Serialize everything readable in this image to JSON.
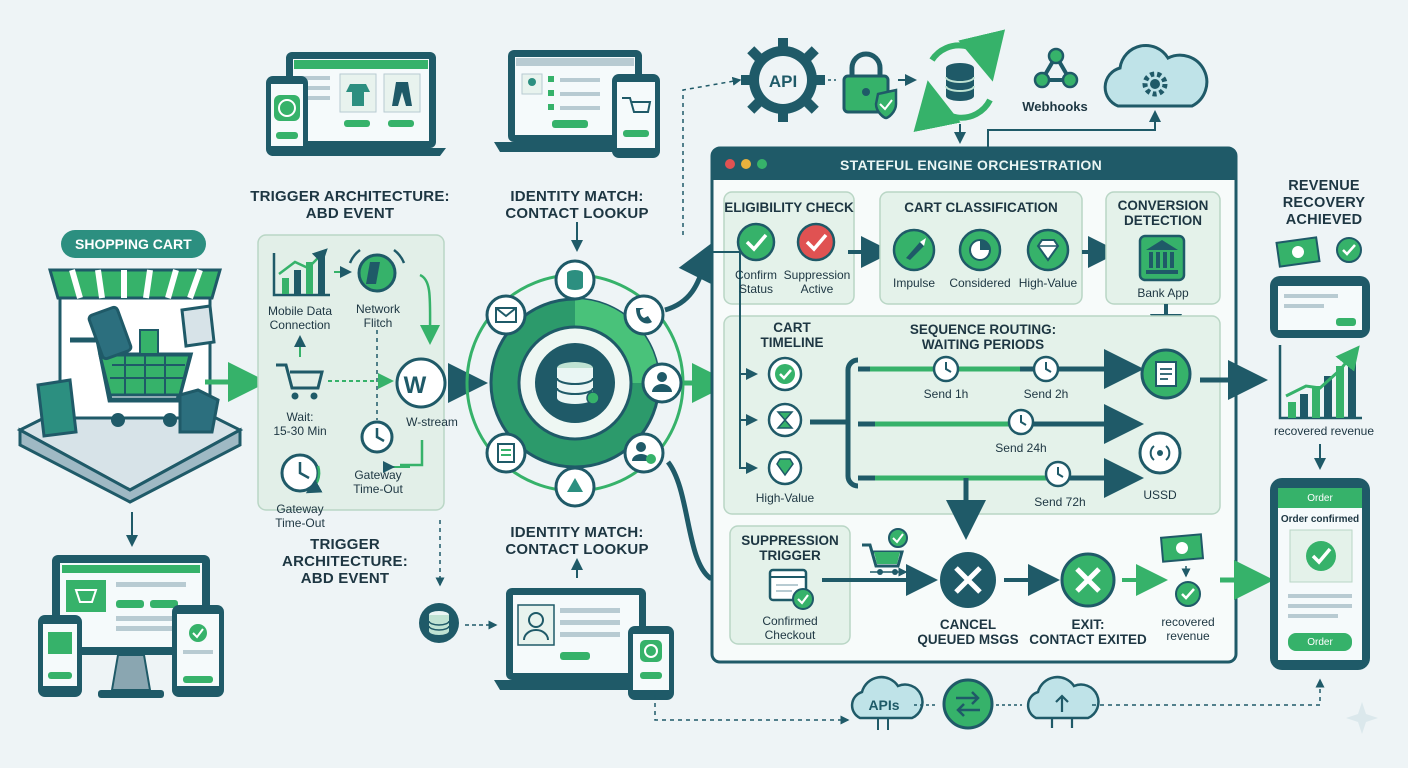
{
  "left": {
    "shopping_cart": "SHOPPING CART"
  },
  "trigger": {
    "title_top": "TRIGGER ARCHITECTURE:\nABD EVENT",
    "title_bottom": "TRIGGER\nARCHITECTURE:\nABD EVENT",
    "mobile_data": "Mobile Data\nConnection",
    "network_flitch": "Network\nFlitch",
    "wait": "Wait:\n15-30 Min",
    "wstream": "W-stream",
    "gateway_timeout_1": "Gateway\nTime-Out",
    "gateway_timeout_2": "Gateway\nTime-Out",
    "w_logo": "W"
  },
  "identity": {
    "title_top": "IDENTITY MATCH:\nCONTACT LOOKUP",
    "title_bottom": "IDENTITY MATCH:\nCONTACT LOOKUP"
  },
  "top_services": {
    "api": "API",
    "webhooks": "Webhooks"
  },
  "engine": {
    "title": "STATEFUL ENGINE ORCHESTRATION",
    "eligibility": {
      "title": "ELIGIBILITY CHECK",
      "confirm": "Confirm\nStatus",
      "suppression": "Suppression\nActive"
    },
    "classification": {
      "title": "CART CLASSIFICATION",
      "impulse": "Impulse",
      "considered": "Considered",
      "high_value": "High-Value"
    },
    "conversion": {
      "title": "CONVERSION\nDETECTION",
      "bank_app": "Bank App"
    },
    "timeline": {
      "title": "CART\nTIMELINE",
      "high_value": "High-Value"
    },
    "routing": {
      "title": "SEQUENCE ROUTING:\nWAITING PERIODS",
      "send_1h": "Send 1h",
      "send_2h": "Send 2h",
      "send_24h": "Send 24h",
      "send_72h": "Send 72h",
      "ussd": "USSD"
    },
    "suppression": {
      "title": "SUPPRESSION\nTRIGGER",
      "confirmed": "Confirmed\nCheckout",
      "cancel": "CANCEL\nQUEUED MSGS",
      "exit": "EXIT:\nCONTACT EXITED",
      "recovered": "recovered\nrevenue"
    }
  },
  "right": {
    "title": "REVENUE\nRECOVERY\nACHIEVED",
    "recovered_revenue": "recovered revenue",
    "phone_header": "Order",
    "order_confirmed": "Order confirmed",
    "order_button": "Order"
  },
  "bottom": {
    "apis": "APIs"
  },
  "colors": {
    "dark": "#1f5a68",
    "green": "#36b26a",
    "teal": "#2c8f80",
    "panel_bg": "#e7f2ec",
    "engine_header": "#1f5a68"
  }
}
